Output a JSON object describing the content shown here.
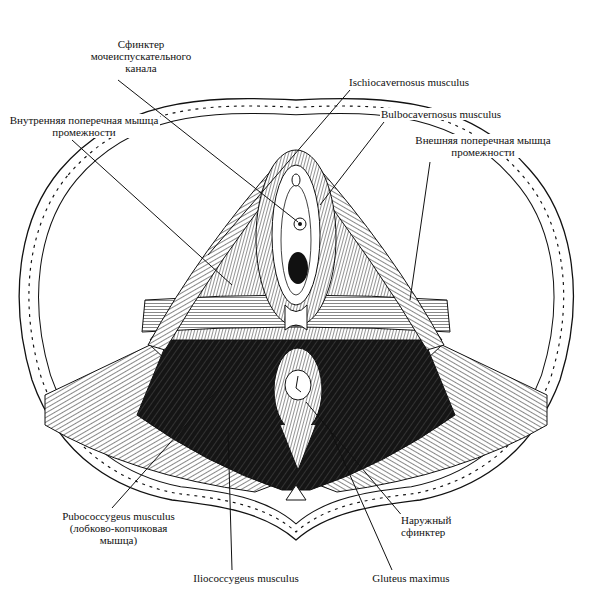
{
  "diagram": {
    "labels": [
      "Сфинктер мочеиспускательного канала",
      "Внутренняя поперечная мышца промежности",
      "Ischiocavernosus musculus",
      "Bulbocavernosus musculus",
      "Внешняя поперечная мышца промежности",
      "Pubococcygeus musculus (лобково-копчиковая мышца)",
      "Iliococcygeus musculus",
      "Gluteus maximus",
      "Наружный сфинктер"
    ]
  }
}
